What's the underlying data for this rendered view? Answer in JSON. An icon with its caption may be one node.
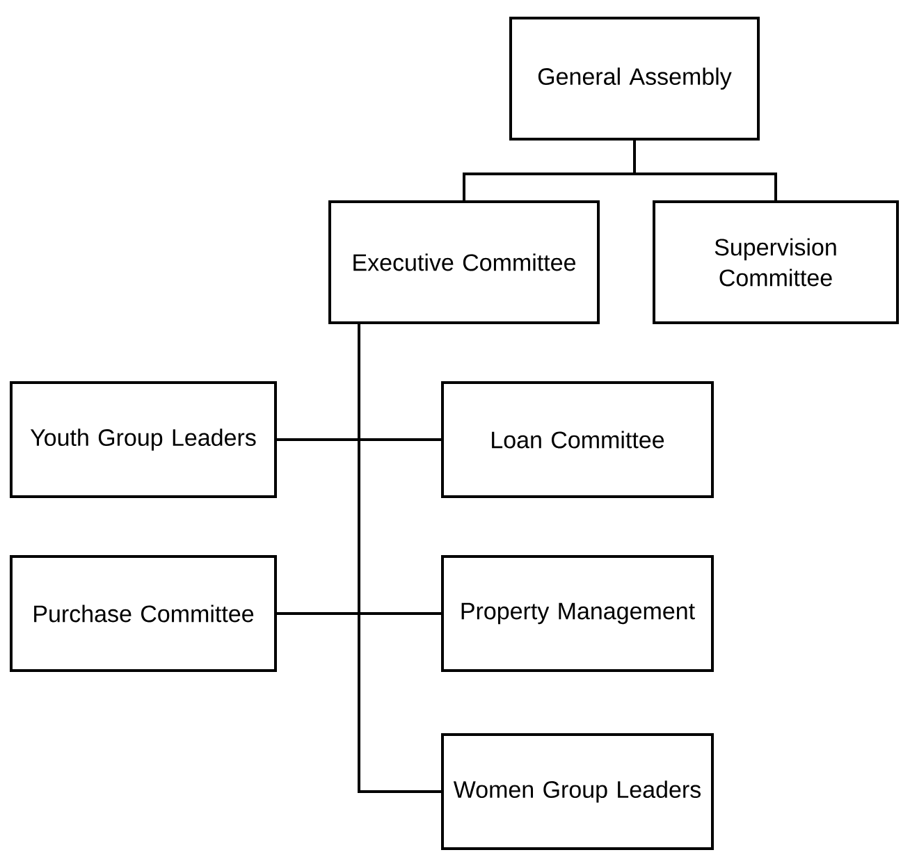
{
  "diagram": {
    "nodes": [
      {
        "text": [
          "General Assembly"
        ]
      },
      {
        "text": [
          "Executive Committee"
        ]
      },
      {
        "text": [
          "Supervision Committee"
        ]
      },
      {
        "text": [
          "Youth Group Leaders"
        ]
      },
      {
        "text": [
          "Loan Committee"
        ]
      },
      {
        "text": [
          "Purchase Committee"
        ]
      },
      {
        "text": [
          "Property Management"
        ]
      },
      {
        "text": [
          "Women Group Leaders"
        ]
      }
    ],
    "edges": [
      {
        "from": 0,
        "to": 1,
        "arrow": "none"
      },
      {
        "from": 0,
        "to": 2,
        "arrow": "none"
      },
      {
        "from": 1,
        "to": 3,
        "arrow": "none"
      },
      {
        "from": 1,
        "to": 4,
        "arrow": "none"
      },
      {
        "from": 1,
        "to": 5,
        "arrow": "none"
      },
      {
        "from": 1,
        "to": 6,
        "arrow": "none"
      },
      {
        "from": 1,
        "to": 7,
        "arrow": "none"
      }
    ]
  }
}
